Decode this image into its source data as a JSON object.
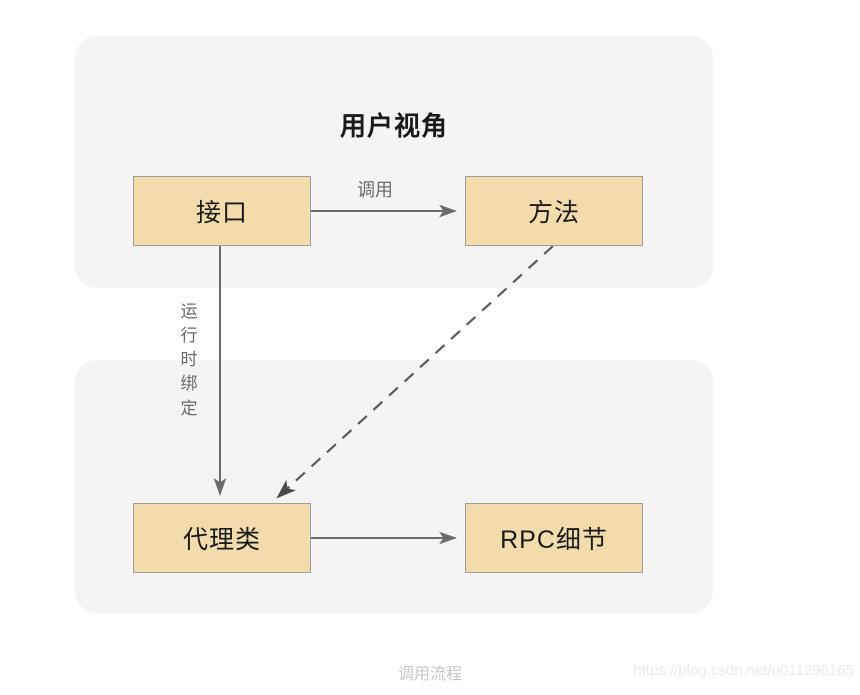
{
  "diagram": {
    "caption": "调用流程",
    "watermark": "https://blog.csdn.net/u011296165",
    "colors": {
      "node_fill": "#F3DCAC",
      "node_border": "#9d9d9d",
      "panel_background": "#F5F4F2",
      "page_background": "#FFFFFF",
      "connector": "#6b6b6b",
      "title_text": "#1a1a1a",
      "label_text": "#6b6b6b",
      "caption_text": "#c9c9c9",
      "watermark_text": "#ebebeb"
    },
    "groups": [
      {
        "id": "user-view",
        "title": "用户视角"
      },
      {
        "id": "implementation",
        "title": ""
      }
    ],
    "nodes": [
      {
        "id": "interface",
        "label": "接口"
      },
      {
        "id": "method",
        "label": "方法"
      },
      {
        "id": "proxy",
        "label": "代理类"
      },
      {
        "id": "rpc",
        "label": "RPC细节"
      }
    ],
    "edges": [
      {
        "id": "interface-to-method",
        "from": "接口",
        "to": "方法",
        "label": "调用",
        "style": "solid",
        "arrow": "end"
      },
      {
        "id": "interface-to-proxy",
        "from": "接口",
        "to": "代理类",
        "label": "运行时绑定",
        "style": "solid",
        "arrow": "end"
      },
      {
        "id": "method-to-proxy",
        "from": "方法",
        "to": "代理类",
        "label": "",
        "style": "dashed",
        "arrow": "end"
      },
      {
        "id": "proxy-to-rpc",
        "from": "代理类",
        "to": "RPC细节",
        "label": "",
        "style": "solid",
        "arrow": "end"
      }
    ]
  }
}
